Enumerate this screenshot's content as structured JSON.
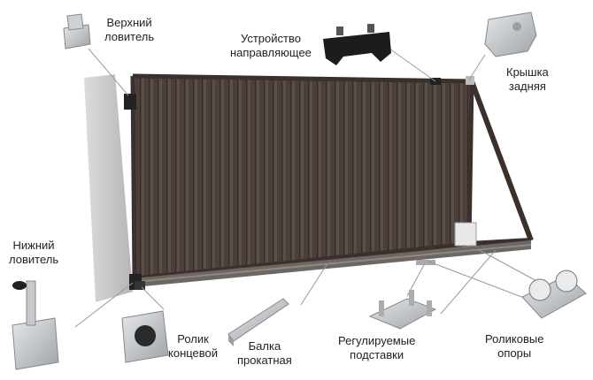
{
  "labels": {
    "top_catcher": [
      "Верхний",
      "ловитель"
    ],
    "guide_device": [
      "Устройство",
      "направляющее"
    ],
    "rear_cap": [
      "Крышка",
      "задняя"
    ],
    "bottom_catcher": [
      "Нижний",
      "ловитель"
    ],
    "end_roller": [
      "Ролик",
      "концевой"
    ],
    "rolled_beam": [
      "Балка",
      "прокатная"
    ],
    "adjustable_supports": [
      "Регулируемые",
      "подставки"
    ],
    "roller_supports": [
      "Роликовые",
      "опоры"
    ]
  },
  "colors": {
    "panel": "#4a3f3a",
    "frame": "#3b302b",
    "pillar": "#c9c9c9",
    "metal": "#b8bcc0",
    "guide_black": "#1c1c1c",
    "leader": "#9a9a9a"
  }
}
